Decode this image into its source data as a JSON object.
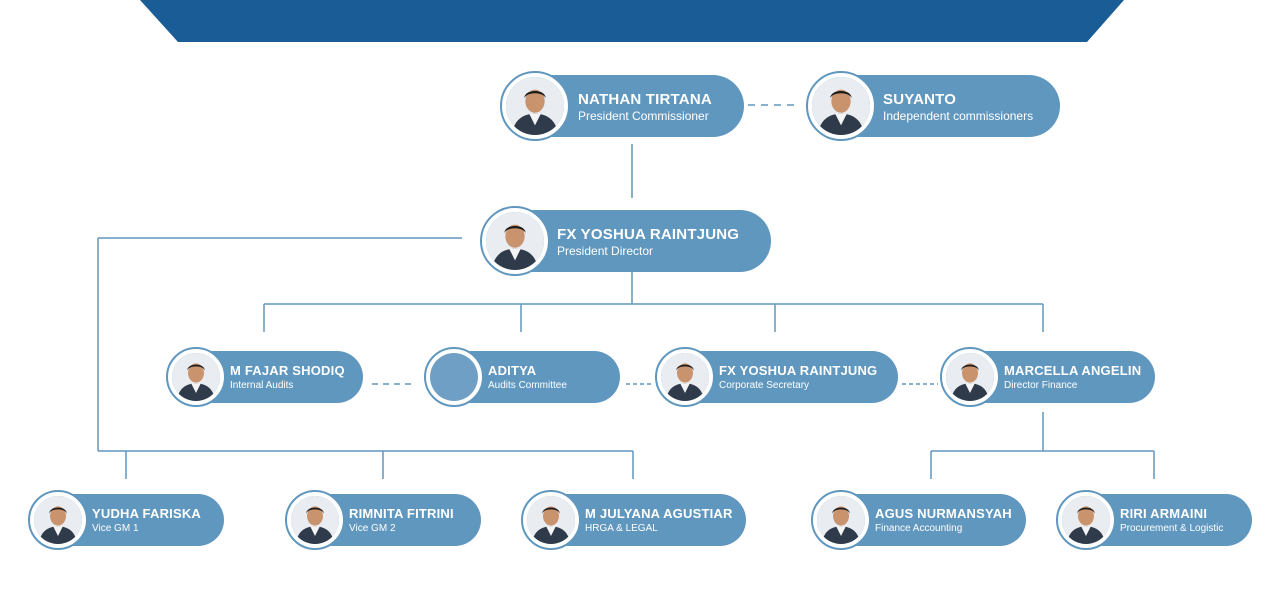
{
  "colors": {
    "banner": "#1a5c96",
    "node": "#6097bf",
    "line": "#6097bf"
  },
  "commissioners": {
    "president": {
      "name": "NATHAN TIRTANA",
      "role": "President Commissioner",
      "photo_icon": "person-photo-icon"
    },
    "independent": {
      "name": "SUYANTO",
      "role": "Independent commissioners",
      "photo_icon": "person-photo-icon"
    }
  },
  "director": {
    "name": "FX YOSHUA RAINTJUNG",
    "role": "President Director",
    "photo_icon": "person-photo-icon"
  },
  "staff": [
    {
      "name": "M FAJAR SHODIQ",
      "role": "Internal Audits",
      "photo_icon": "person-photo-icon"
    },
    {
      "name": "ADITYA",
      "role": "Audits Committee",
      "photo_icon": "empty-photo-icon"
    },
    {
      "name": "FX YOSHUA RAINTJUNG",
      "role": "Corporate Secretary",
      "photo_icon": "person-photo-icon"
    },
    {
      "name": "MARCELLA ANGELIN",
      "role": "Director Finance",
      "photo_icon": "person-photo-icon"
    }
  ],
  "managers": [
    {
      "name": "YUDHA FARISKA",
      "role": "Vice GM 1",
      "photo_icon": "person-photo-icon"
    },
    {
      "name": "RIMNITA FITRINI",
      "role": "Vice GM 2",
      "photo_icon": "person-photo-icon"
    },
    {
      "name": "M JULYANA AGUSTIAR",
      "role": "HRGA & LEGAL",
      "photo_icon": "person-photo-icon"
    },
    {
      "name": "AGUS NURMANSYAH",
      "role": "Finance Accounting",
      "photo_icon": "person-photo-icon"
    },
    {
      "name": "RIRI ARMAINI",
      "role": "Procurement & Logistic",
      "photo_icon": "person-photo-icon"
    }
  ]
}
